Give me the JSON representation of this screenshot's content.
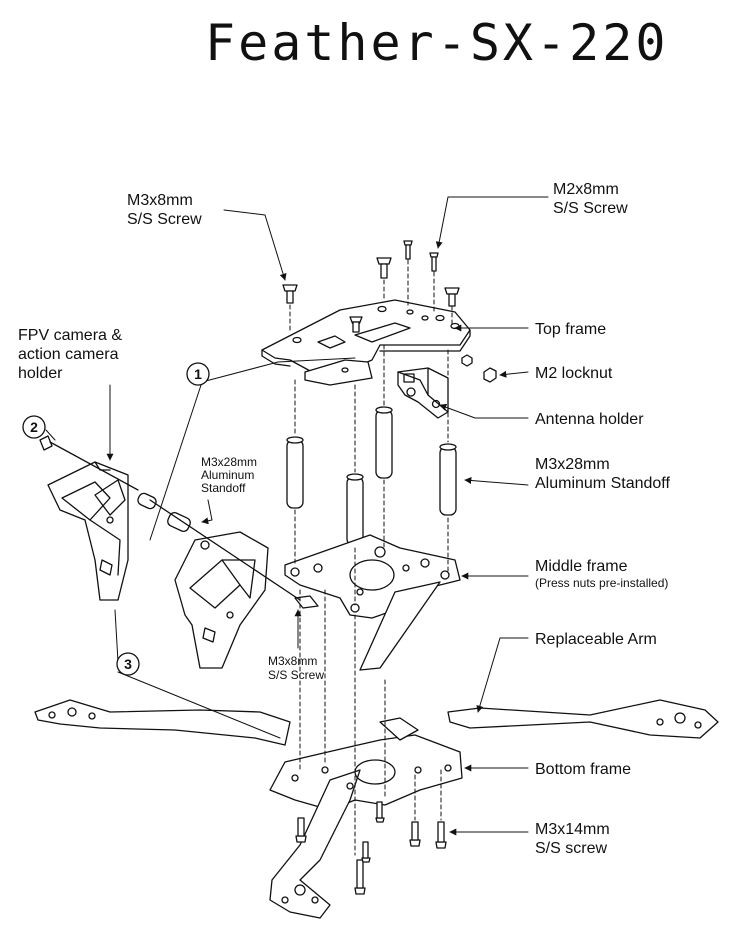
{
  "title": "Feather-SX-220",
  "labels": {
    "m3x8_top": {
      "line1": "M3x8mm",
      "line2": "S/S Screw"
    },
    "m2x8": {
      "line1": "M2x8mm",
      "line2": "S/S Screw"
    },
    "fpv_holder": {
      "line1": "FPV camera &",
      "line2": "action camera",
      "line3": "holder"
    },
    "top_frame": "Top frame",
    "m2_locknut": "M2 locknut",
    "antenna_holder": "Antenna holder",
    "m3x28_right": {
      "line1": "M3x28mm",
      "line2": "Aluminum Standoff"
    },
    "m3x28_left": {
      "line1": "M3x28mm",
      "line2": "Aluminum",
      "line3": "Standoff"
    },
    "middle_frame": {
      "line1": "Middle frame",
      "line2": "(Press nuts pre-installed)"
    },
    "m3x8_bottom": {
      "line1": "M3x8mm",
      "line2": "S/S Screw"
    },
    "replaceable_arm": "Replaceable Arm",
    "bottom_frame": "Bottom frame",
    "m3x14": {
      "line1": "M3x14mm",
      "line2": "S/S screw"
    }
  },
  "steps": [
    "1",
    "2",
    "3"
  ],
  "colors": {
    "ink": "#111111",
    "paper": "#ffffff"
  }
}
